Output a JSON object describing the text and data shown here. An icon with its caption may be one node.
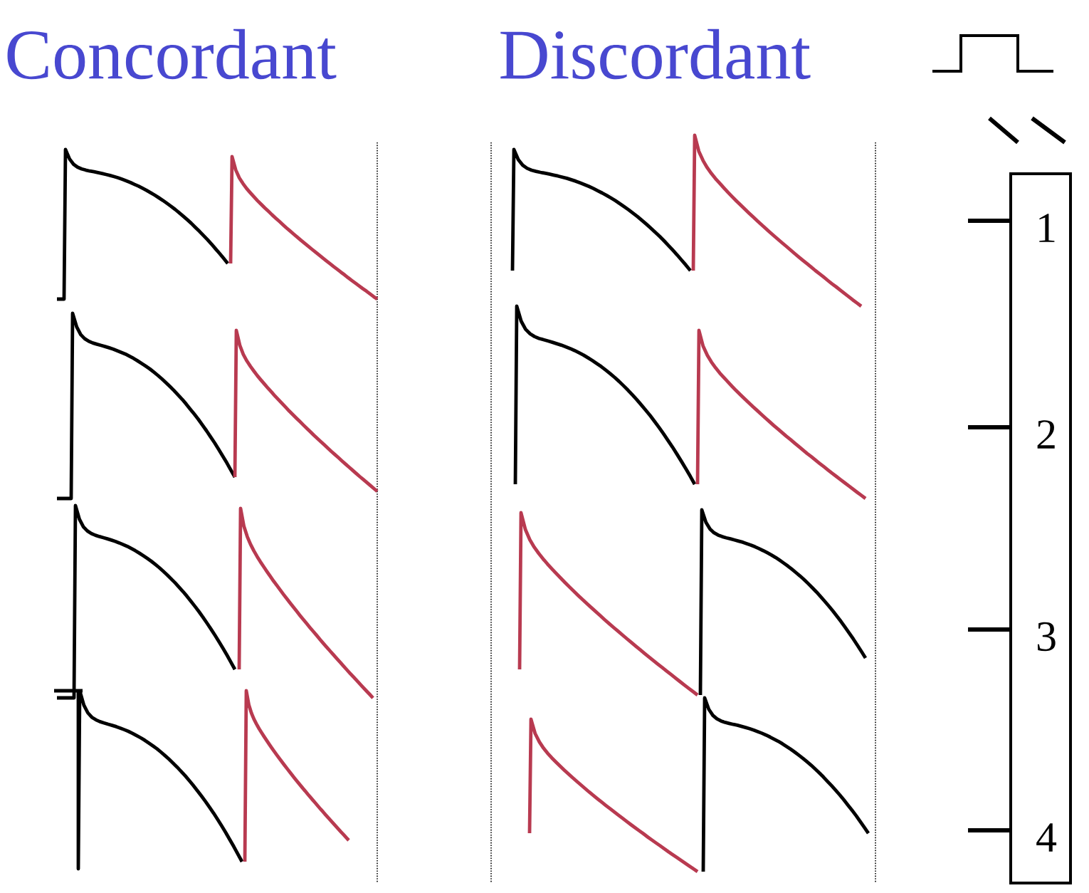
{
  "diagram": {
    "labels": [
      "Concordant",
      "Discordant",
      "1",
      "2",
      "3",
      "4"
    ]
  }
}
